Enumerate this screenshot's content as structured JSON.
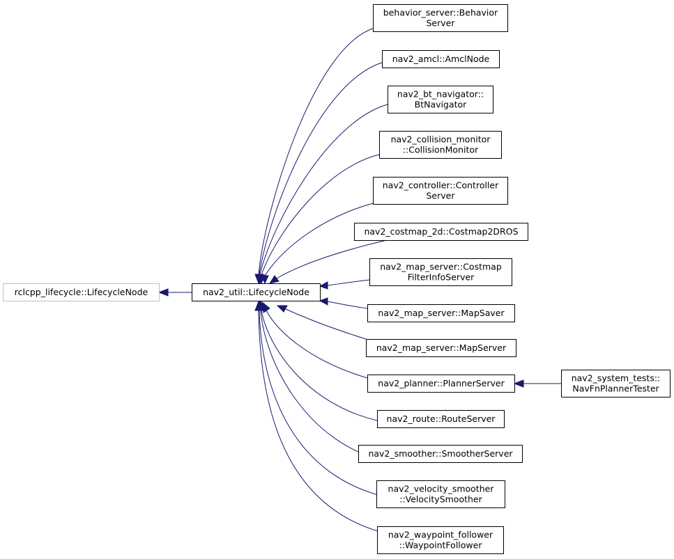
{
  "diagram": {
    "type": "inheritance-graph",
    "colors": {
      "edge": "#191970",
      "node_border": "#000000",
      "external_node_border": "#bfbfbf",
      "background": "#ffffff"
    },
    "nodes": {
      "rclcpp_lifecycle": {
        "lines": [
          "rclcpp_lifecycle::LifecycleNode"
        ],
        "external": true
      },
      "nav2_util": {
        "lines": [
          "nav2_util::LifecycleNode"
        ]
      },
      "behavior_server": {
        "lines": [
          "behavior_server::Behavior",
          "Server"
        ]
      },
      "amcl": {
        "lines": [
          "nav2_amcl::AmclNode"
        ]
      },
      "bt_navigator": {
        "lines": [
          "nav2_bt_navigator::",
          "BtNavigator"
        ]
      },
      "collision_monitor": {
        "lines": [
          "nav2_collision_monitor",
          "::CollisionMonitor"
        ]
      },
      "controller": {
        "lines": [
          "nav2_controller::Controller",
          "Server"
        ]
      },
      "costmap": {
        "lines": [
          "nav2_costmap_2d::Costmap2DROS"
        ]
      },
      "costmap_filter": {
        "lines": [
          "nav2_map_server::Costmap",
          "FilterInfoServer"
        ]
      },
      "map_saver": {
        "lines": [
          "nav2_map_server::MapSaver"
        ]
      },
      "map_server": {
        "lines": [
          "nav2_map_server::MapServer"
        ]
      },
      "planner": {
        "lines": [
          "nav2_planner::PlannerServer"
        ]
      },
      "route": {
        "lines": [
          "nav2_route::RouteServer"
        ]
      },
      "smoother": {
        "lines": [
          "nav2_smoother::SmootherServer"
        ]
      },
      "velocity_smoother": {
        "lines": [
          "nav2_velocity_smoother",
          "::VelocitySmoother"
        ]
      },
      "waypoint_follower": {
        "lines": [
          "nav2_waypoint_follower",
          "::WaypointFollower"
        ]
      },
      "system_tests": {
        "lines": [
          "nav2_system_tests::",
          "NavFnPlannerTester"
        ]
      }
    },
    "edges": [
      {
        "from": "nav2_util",
        "to": "rclcpp_lifecycle"
      },
      {
        "from": "behavior_server",
        "to": "nav2_util"
      },
      {
        "from": "amcl",
        "to": "nav2_util"
      },
      {
        "from": "bt_navigator",
        "to": "nav2_util"
      },
      {
        "from": "collision_monitor",
        "to": "nav2_util"
      },
      {
        "from": "controller",
        "to": "nav2_util"
      },
      {
        "from": "costmap",
        "to": "nav2_util"
      },
      {
        "from": "costmap_filter",
        "to": "nav2_util"
      },
      {
        "from": "map_saver",
        "to": "nav2_util"
      },
      {
        "from": "map_server",
        "to": "nav2_util"
      },
      {
        "from": "planner",
        "to": "nav2_util"
      },
      {
        "from": "route",
        "to": "nav2_util"
      },
      {
        "from": "smoother",
        "to": "nav2_util"
      },
      {
        "from": "velocity_smoother",
        "to": "nav2_util"
      },
      {
        "from": "waypoint_follower",
        "to": "nav2_util"
      },
      {
        "from": "system_tests",
        "to": "planner"
      }
    ]
  }
}
